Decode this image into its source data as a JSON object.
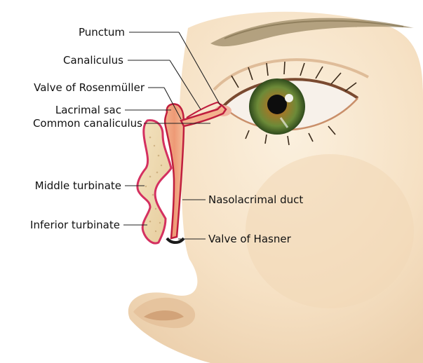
{
  "labels": {
    "punctum": "Punctum",
    "canaliculus": "Canaliculus",
    "valve_rosenmuller": "Valve of Rosenmüller",
    "lacrimal_sac": "Lacrimal sac",
    "common_canaliculus": "Common canaliculus",
    "middle_turbinate": "Middle turbinate",
    "nasolacrimal_duct": "Nasolacrimal duct",
    "inferior_turbinate": "Inferior turbinate",
    "valve_hasner": "Valve of Hasner"
  },
  "colors": {
    "skin": "#f7e6cf",
    "skin_shadow": "#e8c9a6",
    "duct_fill": "#f0a07c",
    "duct_outline": "#c02040",
    "iris": "#6f8a3a",
    "pupil": "#111111",
    "brow": "#8a7a5a",
    "leader": "#222222"
  }
}
